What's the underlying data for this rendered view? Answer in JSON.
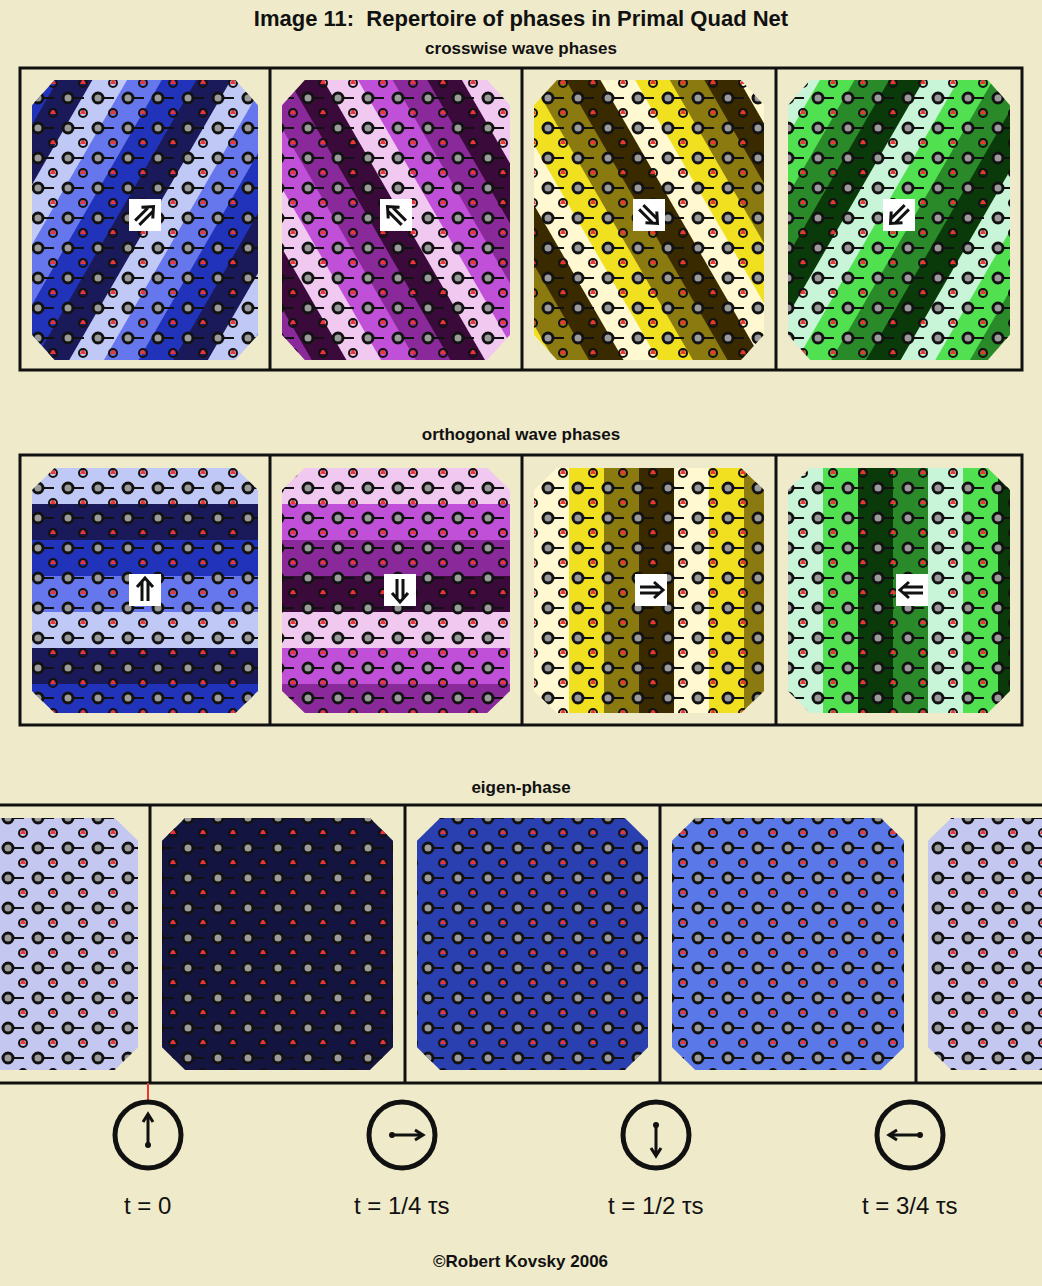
{
  "diagram": {
    "title": "Image 11:  Repertoire of phases in Primal Quad Net",
    "nodes": [
      {
        "text": [
          "crosswise wave phases"
        ]
      },
      {
        "text": [
          "orthogonal wave phases"
        ]
      },
      {
        "text": [
          "eigen-phase"
        ]
      }
    ],
    "labels": [
      "t = 0",
      "t = 1/4 τs",
      "t = 1/2 τs",
      "t = 3/4 τs",
      "©Robert Kovsky 2006"
    ]
  }
}
